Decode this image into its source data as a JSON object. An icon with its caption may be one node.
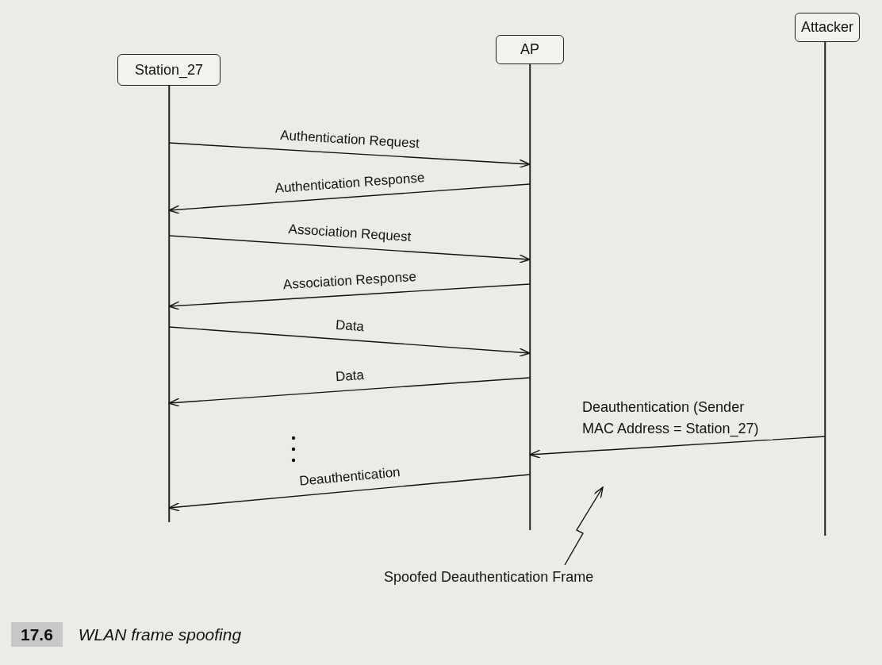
{
  "diagram": {
    "caption": "**17.6** *WLAN frame spoofing*",
    "nodes": [
      {
        "text": [
          "Station_27"
        ]
      },
      {
        "text": [
          "AP"
        ]
      },
      {
        "text": [
          "Attacker"
        ]
      },
      {
        "text": [
          "Spoofed Deauthentication Frame"
        ]
      }
    ],
    "edges": [
      {
        "from": 0,
        "to": 1,
        "arrow": "to",
        "label": "Authentication Request"
      },
      {
        "from": 1,
        "to": 0,
        "arrow": "to",
        "label": "Authentication Response"
      },
      {
        "from": 0,
        "to": 1,
        "arrow": "to",
        "label": "Association Request"
      },
      {
        "from": 1,
        "to": 0,
        "arrow": "to",
        "label": "Association Response"
      },
      {
        "from": 0,
        "to": 1,
        "arrow": "to",
        "label": "Data"
      },
      {
        "from": 1,
        "to": 0,
        "arrow": "to",
        "label": "Data"
      },
      {
        "from": 1,
        "to": 0,
        "arrow": "to",
        "label": "Deauthentication"
      },
      {
        "from": 2,
        "to": 1,
        "arrow": "to",
        "label": "Deauthentication (Sender MAC Address = Station_27)"
      },
      {
        "from": 3,
        "to": null,
        "arrow": "to"
      }
    ]
  }
}
